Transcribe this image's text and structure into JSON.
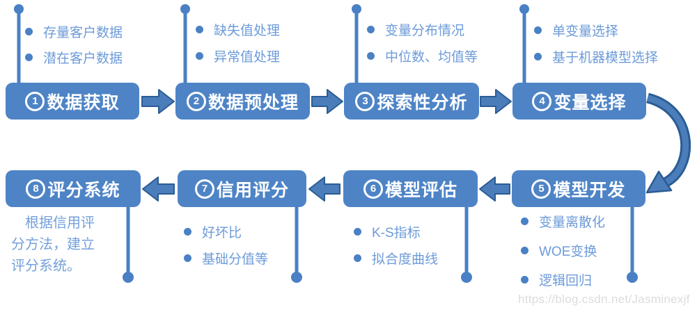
{
  "colors": {
    "box_fill": "#4e84c6",
    "arrow_fill": "#4a7dba",
    "arrow_stroke": "#2b5c94",
    "connector_line": "#4a80c4",
    "bullet_text": "#6d9bd8",
    "watermark_gray": "#dcdcdc"
  },
  "watermark": "https://blog.csdn.net/Jasminexjf",
  "steps": [
    {
      "num": "1",
      "title": "数据获取",
      "bullets": [
        "存量客户数据",
        "潜在客户数据"
      ]
    },
    {
      "num": "2",
      "title": "数据预处理",
      "bullets": [
        "缺失值处理",
        "异常值处理"
      ]
    },
    {
      "num": "3",
      "title": "探索性分析",
      "bullets": [
        "变量分布情况",
        "中位数、均值等"
      ]
    },
    {
      "num": "4",
      "title": "变量选择",
      "bullets": [
        "单变量选择",
        "基于机器模型选择"
      ]
    },
    {
      "num": "5",
      "title": "模型开发",
      "bullets": [
        "变量离散化",
        "WOE变换",
        "逻辑回归"
      ]
    },
    {
      "num": "6",
      "title": "模型评估",
      "bullets": [
        "K-S指标",
        "拟合度曲线"
      ]
    },
    {
      "num": "7",
      "title": "信用评分",
      "bullets": [
        "好坏比",
        "基础分值等"
      ]
    },
    {
      "num": "8",
      "title": "评分系统",
      "note": "根据信用评\n分方法，建立\n评分系统。"
    }
  ]
}
